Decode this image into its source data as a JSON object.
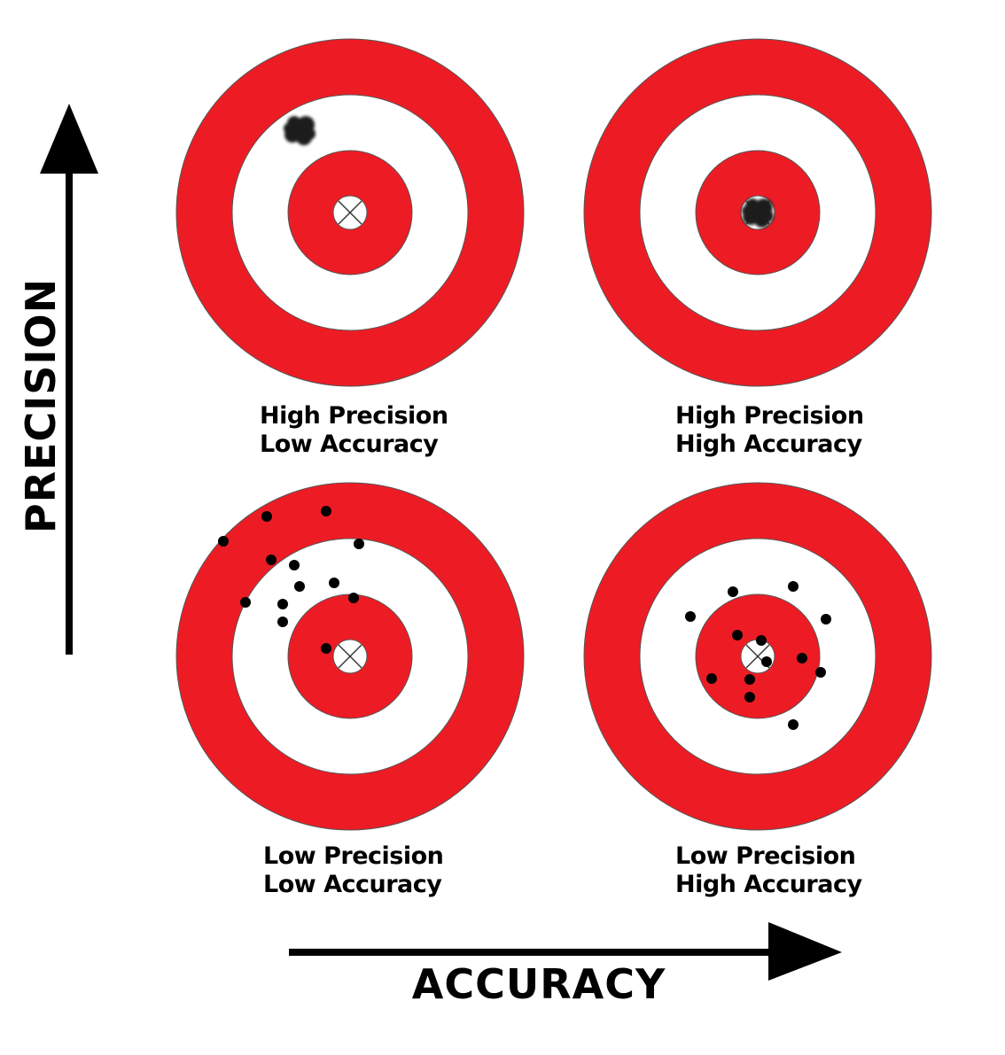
{
  "axes": {
    "y_label": "PRECISION",
    "x_label": "ACCURACY"
  },
  "colors": {
    "ring_red": "#ed1c24",
    "ring_white": "#ffffff",
    "shot": "#000000",
    "outline": "#555555"
  },
  "quadrants": [
    {
      "id": "top-left",
      "line1": "High Precision",
      "line2": "Low Accuracy",
      "shot_pattern": "single tight cluster off-center"
    },
    {
      "id": "top-right",
      "line1": "High Precision",
      "line2": "High Accuracy",
      "shot_pattern": "single tight cluster at center"
    },
    {
      "id": "bottom-left",
      "line1": "Low Precision",
      "line2": "Low Accuracy",
      "shot_pattern": "scattered shots off-center"
    },
    {
      "id": "bottom-right",
      "line1": "Low Precision",
      "line2": "High Accuracy",
      "shot_pattern": "scattered shots around center"
    }
  ]
}
